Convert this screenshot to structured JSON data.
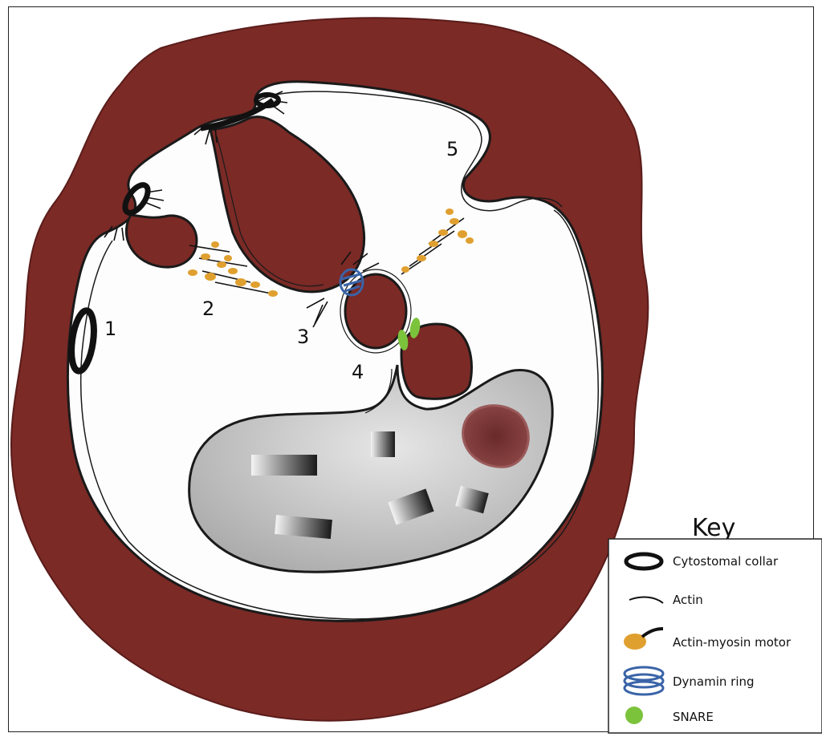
{
  "labels": {
    "step_1": "1",
    "step_2": "2",
    "step_3": "3",
    "step_4": "4",
    "step_5": "5"
  },
  "key": {
    "title": "Key",
    "items": [
      {
        "label": "Cytostomal collar",
        "icon": "cytostomal-collar-icon"
      },
      {
        "label": "Actin",
        "icon": "actin-icon"
      },
      {
        "label": "Actin-myosin motor",
        "icon": "actin-myosin-motor-icon"
      },
      {
        "label": "Dynamin ring",
        "icon": "dynamin-ring-icon"
      },
      {
        "label": "SNARE",
        "icon": "snare-icon"
      }
    ]
  },
  "colors": {
    "host_cytoplasm": "#7b2a26",
    "parasite": "#fdfdfd",
    "digestive_vacuole": "#c0c0c0",
    "myosin": "#e0a030",
    "dynamin": "#3a64a8",
    "snare": "#7cc33c"
  }
}
